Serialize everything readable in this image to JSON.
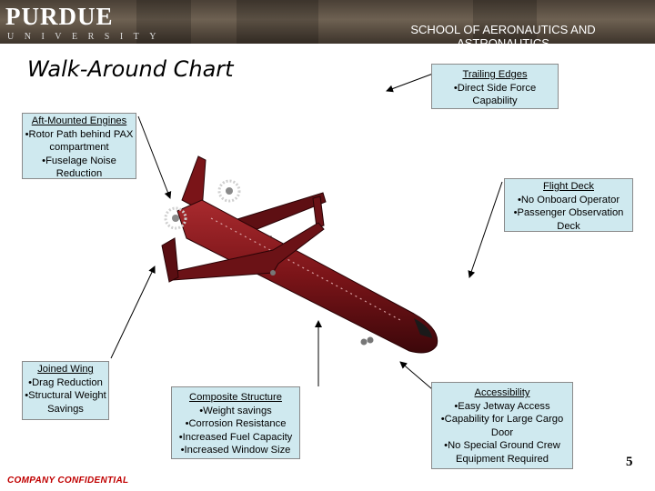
{
  "header": {
    "logo_word": "PURDUE",
    "logo_sub": "UNIVERSITY",
    "school": "SCHOOL OF AERONAUTICS AND ASTRONAUTICS"
  },
  "title": "Walk-Around Chart",
  "callouts": {
    "trailing_edges": {
      "heading": "Trailing Edges",
      "lines": [
        "•Direct Side Force Capability"
      ]
    },
    "aft_engines": {
      "heading": "Aft-Mounted Engines",
      "lines": [
        "•Rotor Path behind PAX compartment",
        "•Fuselage Noise Reduction"
      ]
    },
    "flight_deck": {
      "heading": "Flight Deck",
      "lines": [
        "•No Onboard Operator",
        "•Passenger Observation Deck"
      ]
    },
    "joined_wing": {
      "heading": "Joined Wing",
      "lines": [
        "•Drag Reduction",
        "•Structural Weight Savings"
      ]
    },
    "composite": {
      "heading": "Composite Structure",
      "lines": [
        "•Weight savings",
        "•Corrosion Resistance",
        "•Increased Fuel Capacity",
        "•Increased Window Size"
      ]
    },
    "accessibility": {
      "heading": "Accessibility",
      "lines": [
        "•Easy Jetway Access",
        "•Capability for Large Cargo Door",
        "•No Special Ground Crew Equipment Required"
      ]
    }
  },
  "footer": {
    "confidential": "COMPANY CONFIDENTIAL",
    "page_number": "5"
  },
  "colors": {
    "box_fill": "#cfe9ef",
    "aircraft": "#7a1418",
    "confidential": "#c00000"
  }
}
